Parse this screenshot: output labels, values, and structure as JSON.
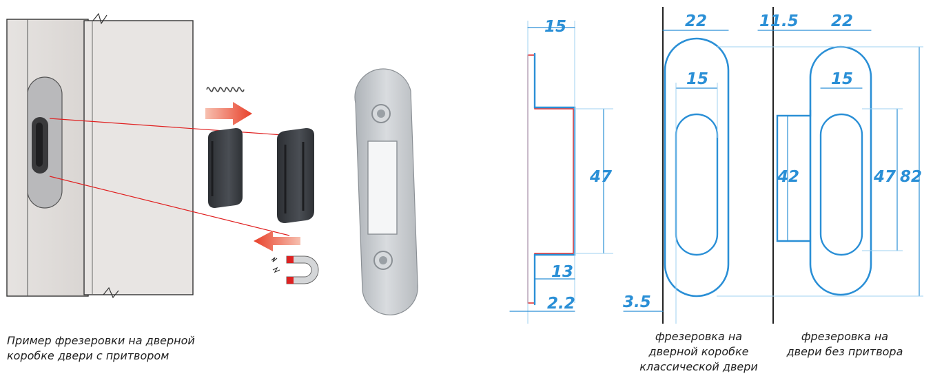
{
  "captions": {
    "left": [
      "Пример фрезеровки на дверной",
      "коробке двери с притвором"
    ],
    "frame": [
      "фрезеровка на",
      "дверной коробке",
      "классической двери"
    ],
    "door": [
      "фрезеровка на",
      "двери без притвора"
    ]
  },
  "dimensions": {
    "profile": {
      "top": "15",
      "height": "47",
      "depth": "13",
      "edge": "2.2"
    },
    "frame": {
      "width": "22",
      "inner_width": "15",
      "offset": "3.5"
    },
    "door": {
      "offset": "11.5",
      "width": "22",
      "inner_width": "15",
      "step_height": "42",
      "inner_height": "47",
      "height": "82"
    }
  },
  "colors": {
    "dimension": "#2a8fd6",
    "profile": "#e02020",
    "insert": "#3a3d42",
    "plate": "#c8ccd0"
  },
  "icons": [
    "spring-icon",
    "arrow-right-icon",
    "arrow-left-icon",
    "magnet-icon"
  ]
}
